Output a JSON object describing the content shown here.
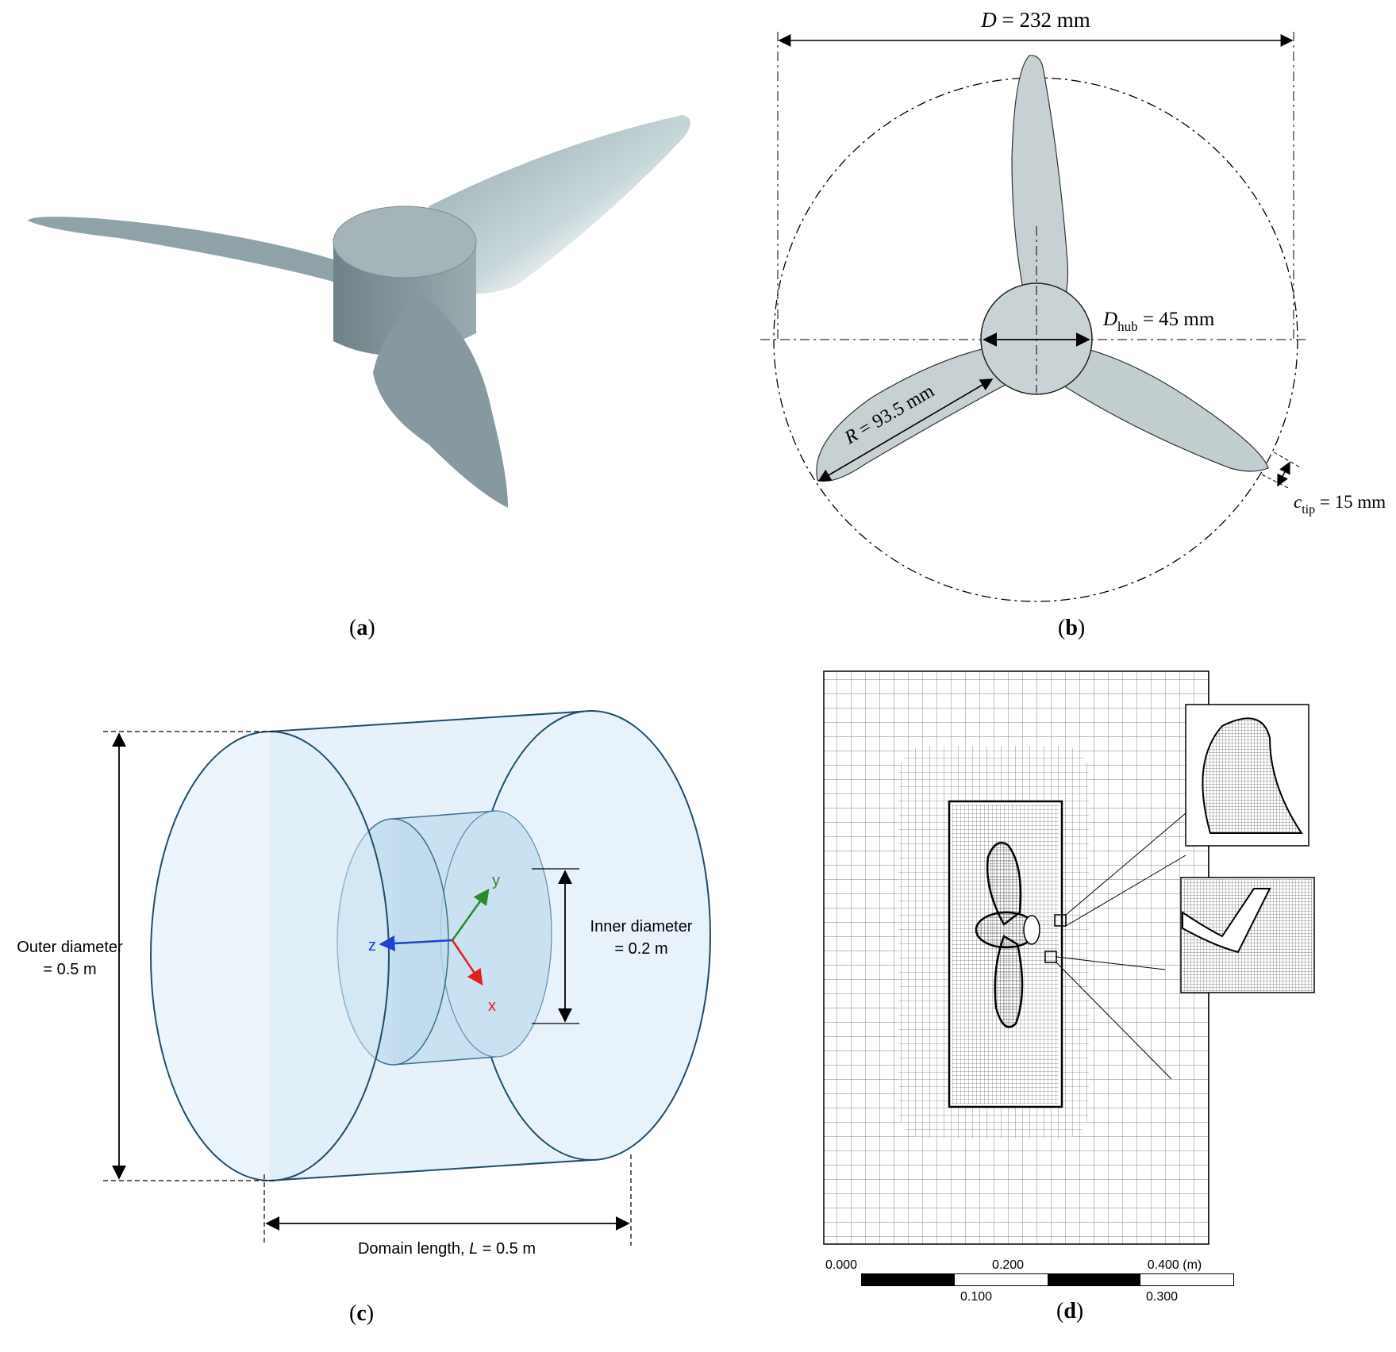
{
  "captions": {
    "a": {
      "open": "(",
      "letter": "a",
      "close": ")"
    },
    "b": {
      "open": "(",
      "letter": "b",
      "close": ")"
    },
    "c": {
      "open": "(",
      "letter": "c",
      "close": ")"
    },
    "d": {
      "open": "(",
      "letter": "d",
      "close": ")"
    }
  },
  "panel_b": {
    "diameter": {
      "symbol": "D",
      "value": " = 232 mm"
    },
    "hub": {
      "symbol": "D",
      "sub": "hub",
      "value": " = 45 mm"
    },
    "radius": {
      "symbol": "R",
      "value": " = 93.5 mm"
    },
    "tip": {
      "symbol": "c",
      "sub": "tip",
      "value": " = 15 mm"
    }
  },
  "panel_c": {
    "outer_line1": "Outer diameter",
    "outer_line2": "= 0.5 m",
    "inner_line1": "Inner diameter",
    "inner_line2": "= 0.2 m",
    "length_prefix": "Domain length, ",
    "length_symbol": "L",
    "length_value": " = 0.5 m",
    "axis_x": "x",
    "axis_y": "y",
    "axis_z": "z",
    "colors": {
      "x": "#e02020",
      "y": "#2a8a2a",
      "z": "#2040d0"
    }
  },
  "panel_d": {
    "scale_top": [
      "0.000",
      "0.200",
      "0.400 (m)"
    ],
    "scale_bottom": [
      "0.100",
      "0.300"
    ]
  }
}
